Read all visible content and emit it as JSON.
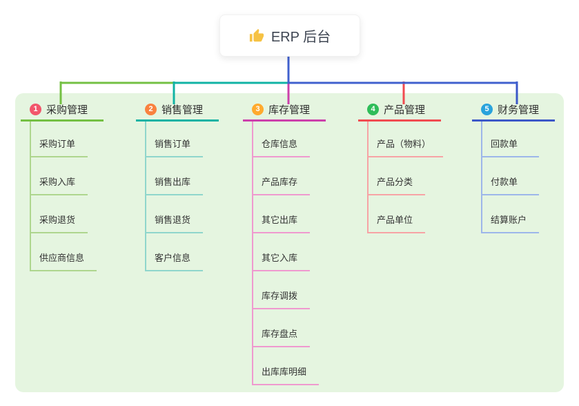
{
  "root": {
    "label": "ERP 后台",
    "icon": "thumbs-up-icon",
    "icon_color": "#f6c244",
    "line_color": "#4060ce"
  },
  "panel": {
    "background": "#e5f5e0"
  },
  "connector_bus": {
    "segment_colors": [
      "#74c043",
      "#11b3a4",
      "#4060ce"
    ]
  },
  "branches": [
    {
      "num": "1",
      "label": "采购管理",
      "badge_color": "#f2566b",
      "accent_color": "#74c043",
      "light_color": "#aed68e",
      "children": [
        "采购订单",
        "采购入库",
        "采购退货",
        "供应商信息"
      ]
    },
    {
      "num": "2",
      "label": "销售管理",
      "badge_color": "#f9823f",
      "accent_color": "#11b3a4",
      "light_color": "#8fd6cc",
      "children": [
        "销售订单",
        "销售出库",
        "销售退货",
        "客户信息"
      ]
    },
    {
      "num": "3",
      "label": "库存管理",
      "badge_color": "#ffaa2e",
      "accent_color": "#cc40ab",
      "light_color": "#ef99cf",
      "children": [
        "仓库信息",
        "产品库存",
        "其它出库",
        "其它入库",
        "库存调拨",
        "库存盘点",
        "出库库明细"
      ]
    },
    {
      "num": "4",
      "label": "产品管理",
      "badge_color": "#2ebd59",
      "accent_color": "#f14b50",
      "light_color": "#f7a3a5",
      "children": [
        "产品（物料）",
        "产品分类",
        "产品单位"
      ]
    },
    {
      "num": "5",
      "label": "财务管理",
      "badge_color": "#29a3dc",
      "accent_color": "#3c58c8",
      "light_color": "#9db6ea",
      "children": [
        "回款单",
        "付款单",
        "结算账户"
      ]
    }
  ]
}
